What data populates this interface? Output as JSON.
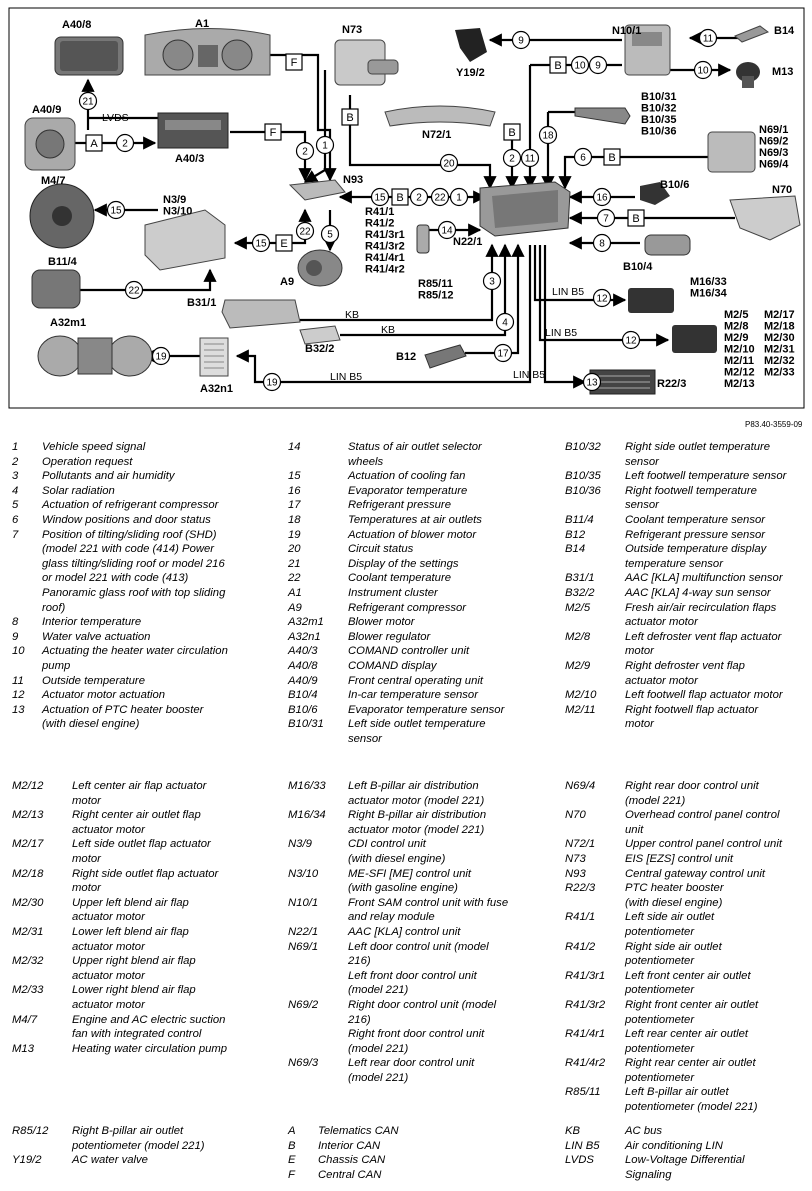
{
  "figure_ref": "P83.40-3559-09",
  "components": [
    {
      "id": "a40_8",
      "label": "A40/8"
    },
    {
      "id": "a1",
      "label": "A1"
    },
    {
      "id": "n73",
      "label": "N73"
    },
    {
      "id": "y19_2",
      "label": "Y19/2"
    },
    {
      "id": "n10_1",
      "label": "N10/1"
    },
    {
      "id": "b14",
      "label": "B14"
    },
    {
      "id": "m13",
      "label": "M13"
    },
    {
      "id": "a40_9",
      "label": "A40/9"
    },
    {
      "id": "a40_3",
      "label": "A40/3"
    },
    {
      "id": "n72_1",
      "label": "N72/1"
    },
    {
      "id": "b10_group",
      "label": "B10/31\nB10/32\nB10/35\nB10/36"
    },
    {
      "id": "n69_group",
      "label": "N69/1\nN69/2\nN69/3\nN69/4"
    },
    {
      "id": "m4_7",
      "label": "M4/7"
    },
    {
      "id": "n3",
      "label": "N3/9\nN3/10"
    },
    {
      "id": "n93",
      "label": "N93"
    },
    {
      "id": "b10_6",
      "label": "B10/6"
    },
    {
      "id": "n70",
      "label": "N70"
    },
    {
      "id": "n22_1",
      "label": "N22/1"
    },
    {
      "id": "r41",
      "label": "R41/1\nR41/2\nR41/3r1\nR41/3r2\nR41/4r1\nR41/4r2"
    },
    {
      "id": "r85",
      "label": "R85/11\nR85/12"
    },
    {
      "id": "b10_4",
      "label": "B10/4"
    },
    {
      "id": "b11_4",
      "label": "B11/4"
    },
    {
      "id": "a9",
      "label": "A9"
    },
    {
      "id": "b31_1",
      "label": "B31/1"
    },
    {
      "id": "m16",
      "label": "M16/33\nM16/34"
    },
    {
      "id": "m2_left",
      "label": "M2/5\nM2/8\nM2/9\nM2/10\nM2/11\nM2/12\nM2/13"
    },
    {
      "id": "m2_right",
      "label": "M2/17\nM2/18\nM2/30\nM2/31\nM2/32\nM2/33"
    },
    {
      "id": "a32m1",
      "label": "A32m1"
    },
    {
      "id": "a32n1",
      "label": "A32n1"
    },
    {
      "id": "b32_2",
      "label": "B32/2"
    },
    {
      "id": "b12",
      "label": "B12"
    },
    {
      "id": "r22_3",
      "label": "R22/3"
    }
  ],
  "signals": [
    "1",
    "2",
    "3",
    "4",
    "5",
    "6",
    "7",
    "8",
    "9",
    "10",
    "11",
    "12",
    "13",
    "14",
    "15",
    "16",
    "17",
    "18",
    "19",
    "20",
    "21",
    "22"
  ],
  "bus_tags": {
    "A": "A",
    "B": "B",
    "E": "E",
    "F": "F",
    "KB": "KB",
    "LIN": "LIN B5",
    "LVDS": "LVDS"
  },
  "legend": {
    "col1": [
      {
        "k": "1",
        "v": "Vehicle speed signal"
      },
      {
        "k": "2",
        "v": "Operation request"
      },
      {
        "k": "3",
        "v": "Pollutants and air humidity"
      },
      {
        "k": "4",
        "v": "Solar radiation"
      },
      {
        "k": "5",
        "v": "Actuation of refrigerant compressor"
      },
      {
        "k": "6",
        "v": "Window positions and door status"
      },
      {
        "k": "7",
        "v": "Position of tilting/sliding roof (SHD)\n(model 221 with code (414) Power\nglass tilting/sliding roof or model 216\nor model 221 with code (413)\nPanoramic glass roof with top sliding\nroof)"
      },
      {
        "k": "8",
        "v": "Interior temperature"
      },
      {
        "k": "9",
        "v": "Water valve actuation"
      },
      {
        "k": "10",
        "v": "Actuating the heater water circulation\npump"
      },
      {
        "k": "11",
        "v": "Outside temperature"
      },
      {
        "k": "12",
        "v": "Actuator motor actuation"
      },
      {
        "k": "13",
        "v": "Actuation of PTC heater booster\n(with diesel engine)"
      }
    ],
    "col2": [
      {
        "k": "14",
        "v": "Status of air outlet selector\nwheels"
      },
      {
        "k": "15",
        "v": "Actuation of cooling fan"
      },
      {
        "k": "16",
        "v": "Evaporator temperature"
      },
      {
        "k": "17",
        "v": "Refrigerant pressure"
      },
      {
        "k": "18",
        "v": "Temperatures at air outlets"
      },
      {
        "k": "19",
        "v": "Actuation of blower motor"
      },
      {
        "k": "20",
        "v": "Circuit status"
      },
      {
        "k": "21",
        "v": "Display of the settings"
      },
      {
        "k": "22",
        "v": "Coolant temperature"
      },
      {
        "k": "",
        "v": " "
      },
      {
        "k": "A1",
        "v": "Instrument cluster"
      },
      {
        "k": "A9",
        "v": "Refrigerant compressor"
      },
      {
        "k": "A32m1",
        "v": "Blower motor"
      },
      {
        "k": "A32n1",
        "v": "Blower regulator"
      },
      {
        "k": "A40/3",
        "v": "COMAND controller unit"
      },
      {
        "k": "A40/8",
        "v": "COMAND display"
      },
      {
        "k": "A40/9",
        "v": "Front central operating unit"
      },
      {
        "k": "B10/4",
        "v": "In-car temperature sensor"
      },
      {
        "k": "B10/6",
        "v": "Evaporator temperature sensor"
      },
      {
        "k": "B10/31",
        "v": "Left side outlet temperature\nsensor"
      }
    ],
    "col3": [
      {
        "k": "B10/32",
        "v": "Right side outlet temperature\nsensor"
      },
      {
        "k": "B10/35",
        "v": "Left footwell temperature sensor"
      },
      {
        "k": "B10/36",
        "v": "Right footwell temperature\nsensor"
      },
      {
        "k": "B11/4",
        "v": "Coolant temperature sensor"
      },
      {
        "k": "B12",
        "v": "Refrigerant pressure sensor"
      },
      {
        "k": "B14",
        "v": "Outside temperature display\ntemperature sensor"
      },
      {
        "k": "B31/1",
        "v": "AAC [KLA] multifunction sensor"
      },
      {
        "k": "B32/2",
        "v": "AAC [KLA] 4-way sun sensor"
      },
      {
        "k": "M2/5",
        "v": "Fresh air/air recirculation flaps\nactuator motor"
      },
      {
        "k": "M2/8",
        "v": "Left defroster vent flap actuator\nmotor"
      },
      {
        "k": "M2/9",
        "v": "Right defroster vent flap\nactuator motor"
      },
      {
        "k": "M2/10",
        "v": "Left footwell flap actuator motor"
      },
      {
        "k": "M2/11",
        "v": "Right footwell flap actuator\nmotor"
      }
    ],
    "col4": [
      {
        "k": "M2/12",
        "v": "Left center air flap actuator\nmotor"
      },
      {
        "k": "M2/13",
        "v": "Right center air outlet flap\nactuator motor"
      },
      {
        "k": "M2/17",
        "v": "Left side outlet flap actuator\nmotor"
      },
      {
        "k": "M2/18",
        "v": "Right side outlet flap actuator\nmotor"
      },
      {
        "k": "M2/30",
        "v": "Upper left blend air flap\nactuator motor"
      },
      {
        "k": "M2/31",
        "v": "Lower left blend air flap\nactuator motor"
      },
      {
        "k": "M2/32",
        "v": "Upper right blend air flap\nactuator motor"
      },
      {
        "k": "M2/33",
        "v": "Lower right blend air flap\nactuator motor"
      },
      {
        "k": "M4/7",
        "v": "Engine and AC electric suction\nfan with integrated control"
      },
      {
        "k": "M13",
        "v": "Heating water circulation pump"
      }
    ],
    "col5": [
      {
        "k": "M16/33",
        "v": "Left B-pillar air distribution\nactuator motor (model 221)"
      },
      {
        "k": "M16/34",
        "v": "Right B-pillar air distribution\nactuator motor (model 221)"
      },
      {
        "k": "N3/9",
        "v": "CDI control unit\n(with diesel engine)"
      },
      {
        "k": "N3/10",
        "v": "ME-SFI [ME] control unit\n(with gasoline engine)"
      },
      {
        "k": "N10/1",
        "v": "Front SAM control unit with fuse\nand relay module"
      },
      {
        "k": "N22/1",
        "v": "AAC [KLA] control unit"
      },
      {
        "k": "N69/1",
        "v": "Left door control unit (model\n216)\nLeft front door control unit\n(model 221)"
      },
      {
        "k": "N69/2",
        "v": "Right door control unit (model\n216)\nRight front door control unit\n(model 221)"
      },
      {
        "k": "N69/3",
        "v": "Left rear door control unit\n(model 221)"
      }
    ],
    "col6": [
      {
        "k": "N69/4",
        "v": "Right rear door control unit\n(model 221)"
      },
      {
        "k": "N70",
        "v": "Overhead control panel control\nunit"
      },
      {
        "k": "N72/1",
        "v": "Upper control panel control unit"
      },
      {
        "k": "N73",
        "v": "EIS [EZS] control unit"
      },
      {
        "k": "N93",
        "v": "Central gateway control unit"
      },
      {
        "k": "R22/3",
        "v": "PTC heater booster\n(with diesel engine)"
      },
      {
        "k": "R41/1",
        "v": "Left side air outlet\npotentiometer"
      },
      {
        "k": "R41/2",
        "v": "Right side air outlet\npotentiometer"
      },
      {
        "k": "R41/3r1",
        "v": "Left front center air outlet\npotentiometer"
      },
      {
        "k": "R41/3r2",
        "v": "Right front center air outlet\npotentiometer"
      },
      {
        "k": "R41/4r1",
        "v": "Left rear center air outlet\npotentiometer"
      },
      {
        "k": "R41/4r2",
        "v": "Right rear center air outlet\npotentiometer"
      },
      {
        "k": "R85/11",
        "v": "Left B-pillar air outlet\npotentiometer (model 221)"
      }
    ],
    "col7": [
      {
        "k": "R85/12",
        "v": "Right B-pillar air outlet\npotentiometer (model 221)"
      },
      {
        "k": "Y19/2",
        "v": "AC water valve"
      }
    ],
    "col8": [
      {
        "k": "A",
        "v": "Telematics CAN"
      },
      {
        "k": "B",
        "v": "Interior CAN"
      },
      {
        "k": "E",
        "v": "Chassis CAN"
      },
      {
        "k": "F",
        "v": "Central CAN"
      }
    ],
    "col9": [
      {
        "k": "KB",
        "v": "AC bus"
      },
      {
        "k": "LIN B5",
        "v": "Air conditioning LIN"
      },
      {
        "k": "LVDS",
        "v": "Low-Voltage Differential\nSignaling"
      }
    ]
  }
}
